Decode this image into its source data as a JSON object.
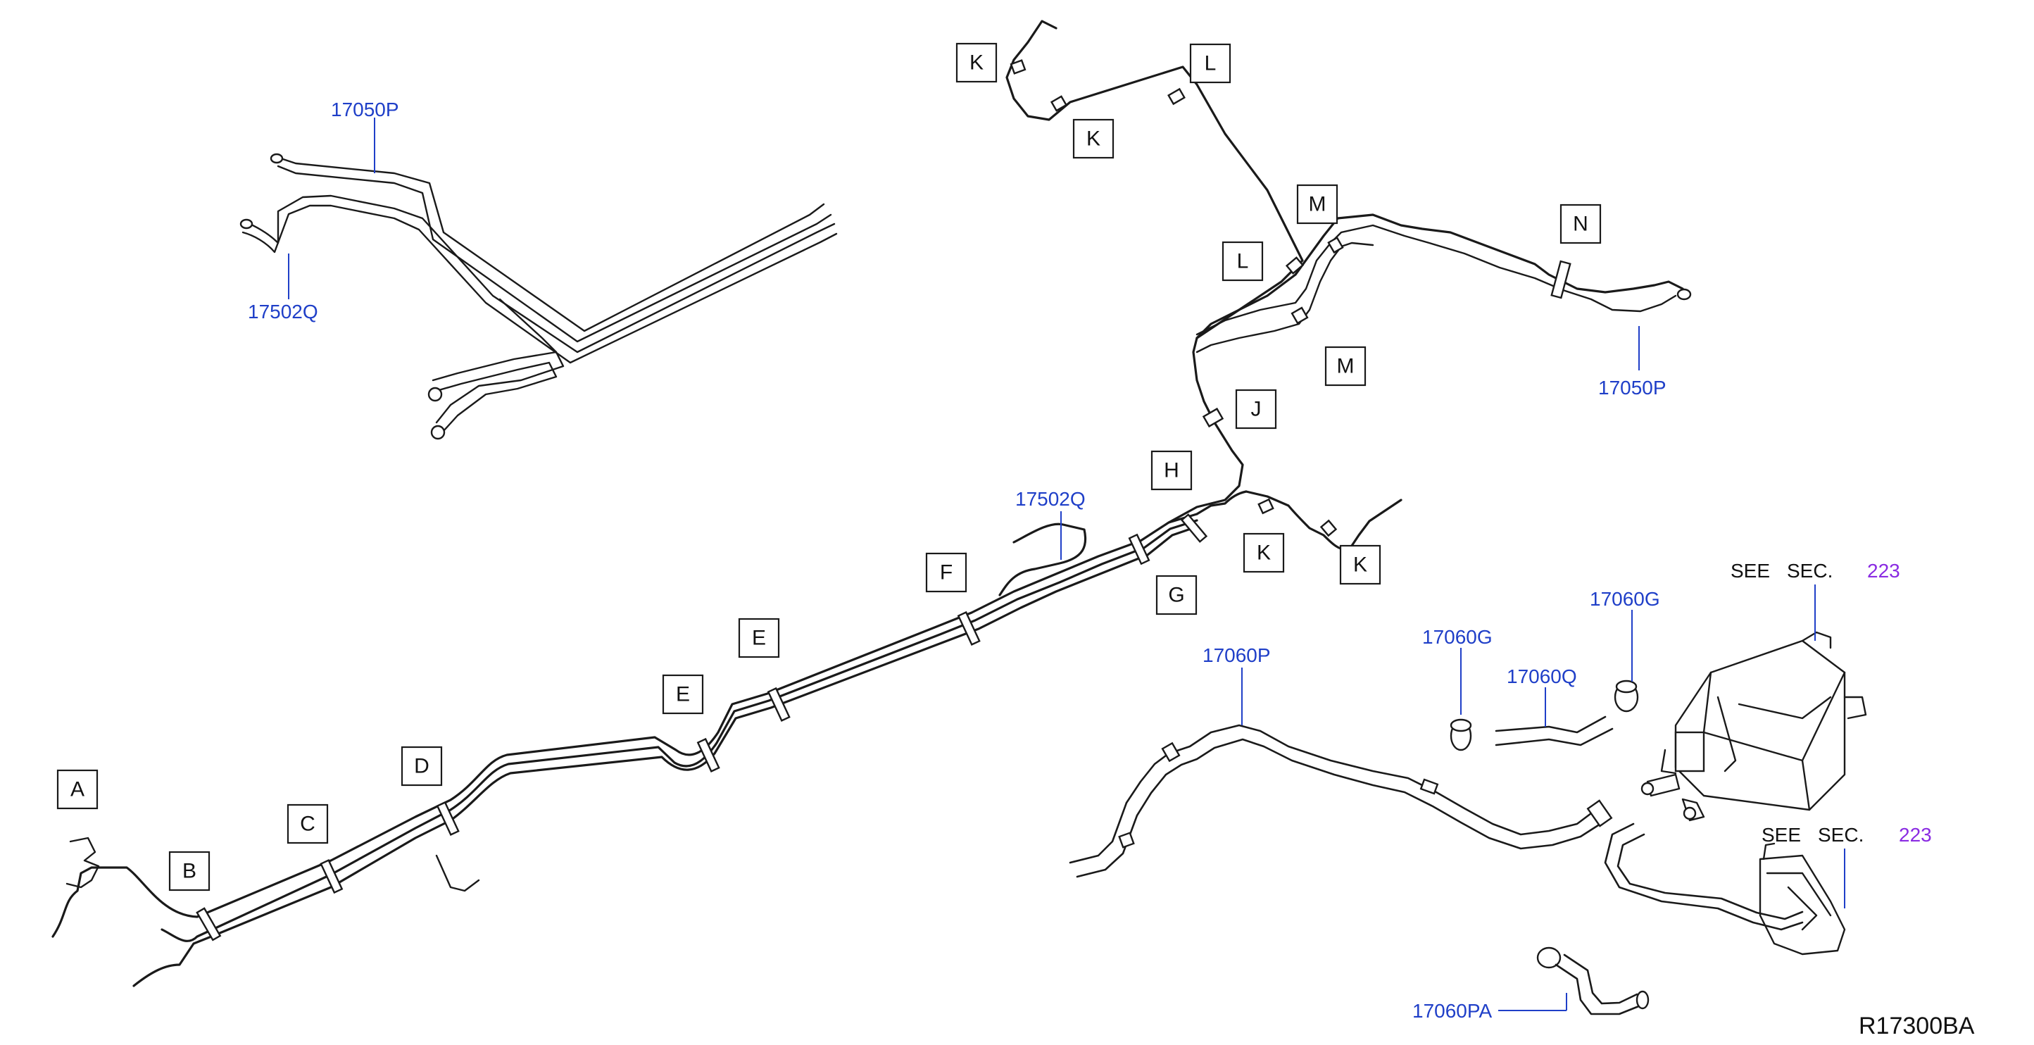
{
  "diagram": {
    "id": "R17300BA",
    "colors": {
      "part_label": "#1f3fc8",
      "section_ref": "#8a2be2",
      "line": "#1a1a1a"
    }
  },
  "part_labels": {
    "p17050P_top": "17050P",
    "p17502Q_top": "17502Q",
    "p17050P_right": "17050P",
    "p17502Q_mid": "17502Q",
    "p17060P": "17060P",
    "p17060G_left": "17060G",
    "p17060Q": "17060Q",
    "p17060G_right": "17060G",
    "p17060PA": "17060PA"
  },
  "see_refs": [
    {
      "see": "SEE",
      "sec": "SEC.",
      "num": "223"
    },
    {
      "see": "SEE",
      "sec": "SEC.",
      "num": "223"
    }
  ],
  "clip_letters": {
    "A": "A",
    "B": "B",
    "C": "C",
    "D": "D",
    "E1": "E",
    "E2": "E",
    "F": "F",
    "G": "G",
    "H": "H",
    "J": "J",
    "K1": "K",
    "K2": "K",
    "K3": "K",
    "K4": "K",
    "L1": "L",
    "L2": "L",
    "M1": "M",
    "M2": "M",
    "N": "N"
  }
}
